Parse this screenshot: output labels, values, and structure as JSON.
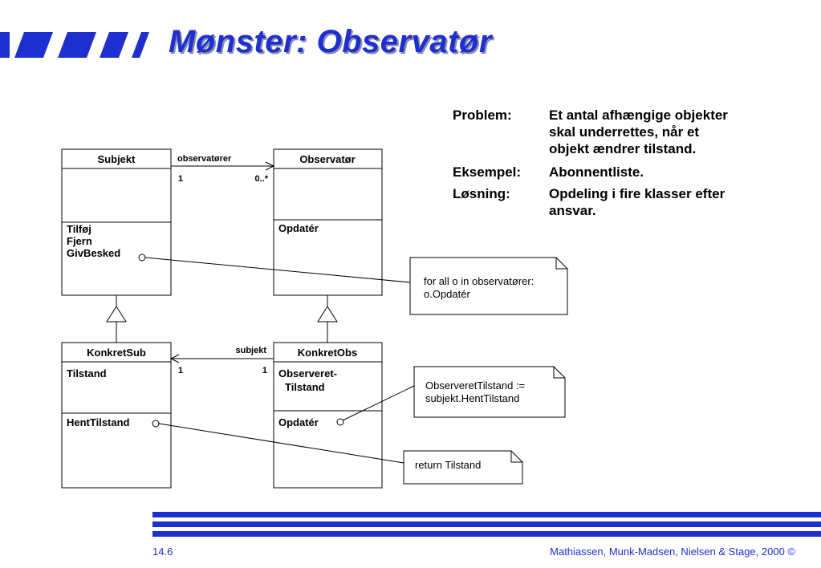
{
  "slide": {
    "title": "Mønster: Observatør",
    "page_number": "14.6",
    "credits": "Mathiassen, Munk-Madsen, Nielsen & Stage, 2000 ©",
    "accent_color": "#1e2fd0"
  },
  "problem": {
    "problem_label": "Problem:",
    "problem_text_lines": [
      "Et antal afhængige objekter",
      "skal underrettes, når et",
      "objekt ændrer tilstand."
    ],
    "example_label": "Eksempel:",
    "example_text": "Abonnentliste.",
    "solution_label": "Løsning:",
    "solution_text_lines": [
      "Opdeling i fire klasser efter",
      "ansvar."
    ]
  },
  "diagram": {
    "classes": {
      "subjekt": {
        "name": "Subjekt",
        "operations": [
          "Tilføj",
          "Fjern",
          "GivBesked"
        ]
      },
      "observator": {
        "name": "Observatør",
        "operations": [
          "Opdatér"
        ]
      },
      "konkretsub": {
        "name": "KonkretSub",
        "attribute": "Tilstand",
        "operation": "HentTilstand"
      },
      "konkretobs": {
        "name": "KonkretObs",
        "attribute_lines": [
          "Observeret-",
          "Tilstand"
        ],
        "operation": "Opdatér"
      }
    },
    "associations": {
      "top": {
        "label": "observatører",
        "source_mult": "1",
        "target_mult": "0..*"
      },
      "bottom": {
        "label": "subjekt",
        "source_mult": "1",
        "target_mult": "1"
      }
    },
    "notes": {
      "givbesked": [
        "for all o in observatører:",
        "o.Opdatér"
      ],
      "opdater": [
        "ObserveretTilstand :=",
        "subjekt.HentTilstand"
      ],
      "hent": [
        "return Tilstand"
      ]
    }
  }
}
